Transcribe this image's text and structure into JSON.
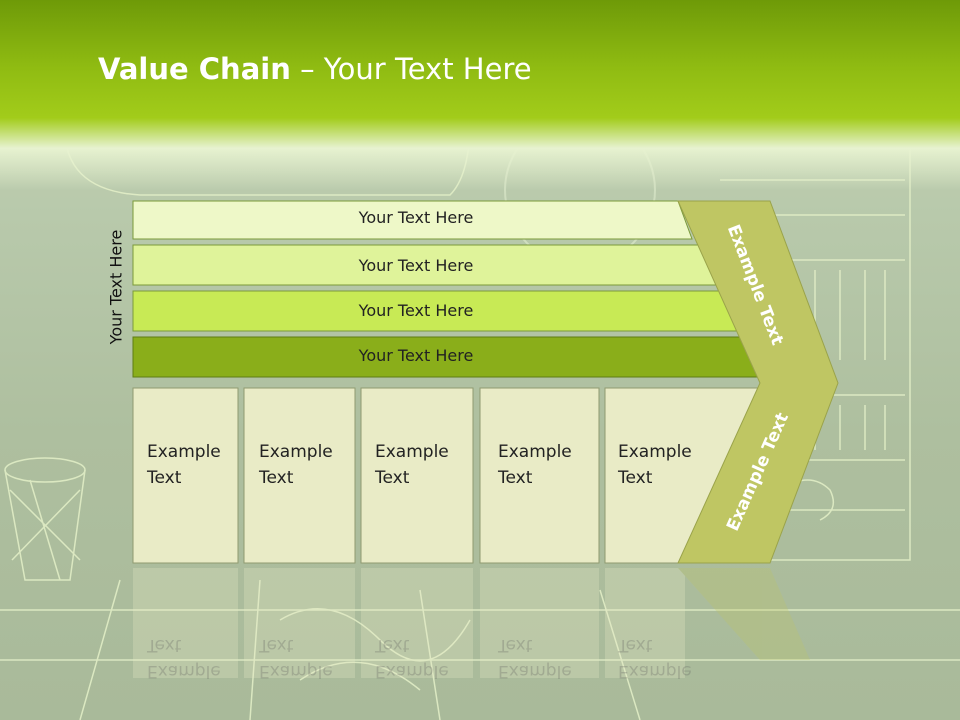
{
  "slide": {
    "title_bold": "Value Chain",
    "title_rest": " – Your Text Here",
    "vertical_label": "Your Text Here",
    "rows": [
      {
        "label": "Your Text Here",
        "color": "#eef8c8"
      },
      {
        "label": "Your Text Here",
        "color": "#dff39a"
      },
      {
        "label": "Your Text Here",
        "color": "#c8ea55"
      },
      {
        "label": "Your Text Here",
        "color": "#8aae1a"
      }
    ],
    "boxes": [
      {
        "line1": "Example",
        "line2": "Text"
      },
      {
        "line1": "Example",
        "line2": "Text"
      },
      {
        "line1": "Example",
        "line2": "Text"
      },
      {
        "line1": "Example",
        "line2": "Text"
      },
      {
        "line1": "Example",
        "line2": "Text"
      }
    ],
    "chevron_top": "Example Text",
    "chevron_bottom": "Example Text",
    "colors": {
      "box_fill": "#e9ebc6",
      "chevron_fill": "#bfc663",
      "header": "#8fbb12"
    }
  }
}
